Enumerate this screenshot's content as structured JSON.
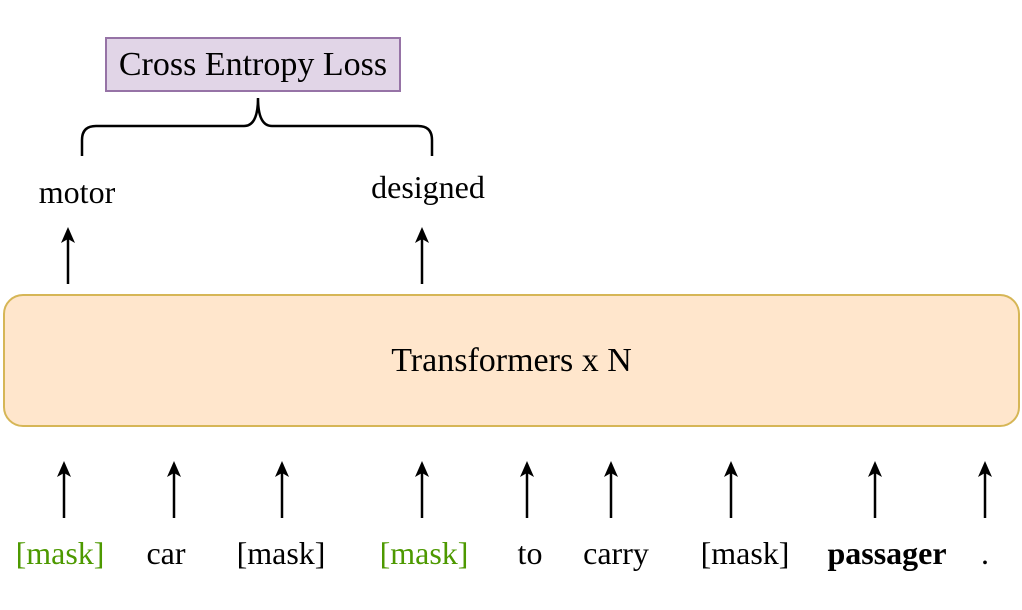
{
  "loss_box": {
    "label": "Cross Entropy Loss"
  },
  "transformer_box": {
    "label": "Transformers x N"
  },
  "outputs": [
    {
      "text": "motor"
    },
    {
      "text": "designed"
    }
  ],
  "inputs": [
    {
      "text": "[mask]",
      "style": "green"
    },
    {
      "text": "car",
      "style": "normal"
    },
    {
      "text": "[mask]",
      "style": "normal"
    },
    {
      "text": "[mask]",
      "style": "green"
    },
    {
      "text": "to",
      "style": "normal"
    },
    {
      "text": "carry",
      "style": "normal"
    },
    {
      "text": "[mask]",
      "style": "normal"
    },
    {
      "text": "passager",
      "style": "bold"
    },
    {
      "text": ".",
      "style": "normal"
    }
  ],
  "colors": {
    "loss_fill": "#e1d5e7",
    "loss_border": "#9673a6",
    "transformer_fill": "#ffe6cc",
    "transformer_border": "#d6b656",
    "masked_target_text": "#4d9900"
  }
}
